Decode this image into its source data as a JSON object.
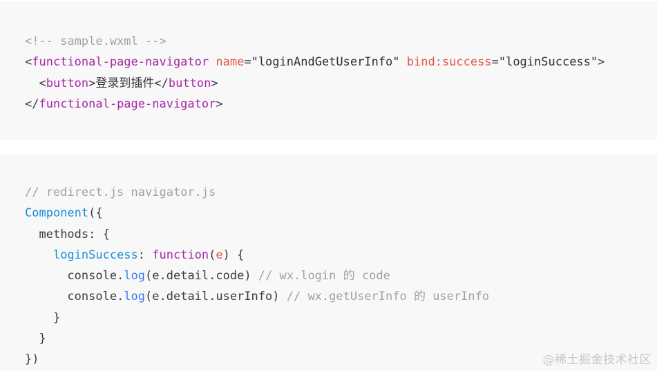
{
  "colors": {
    "block_background": "#f8f8f8",
    "comment": "#a0a1a7",
    "tag": "#a626a4",
    "attribute": "#e45649",
    "string": "#2a2f35",
    "function_name": "#1a8ddb",
    "builtin": "#4078f2",
    "keyword": "#a626a4"
  },
  "block1": {
    "comment": "<!-- sample.wxml -->",
    "line2": {
      "open_lt": "<",
      "tag": "functional-page-navigator",
      "attr1_name": "name",
      "attr1_eq": "=",
      "attr1_value": "\"loginAndGetUserInfo\"",
      "attr2_name": "bind:success",
      "attr2_eq": "=",
      "attr2_value": "\"loginSuccess\"",
      "close_gt": ">"
    },
    "line3": {
      "indent": "  ",
      "open_lt": "<",
      "tag_open": "button",
      "gt": ">",
      "text": "登录到插件",
      "close_lt": "</",
      "tag_close": "button",
      "close_gt": ">"
    },
    "line4": {
      "open": "</",
      "tag": "functional-page-navigator",
      "close": ">"
    }
  },
  "block2": {
    "comment": "// redirect.js navigator.js",
    "line2": {
      "name": "Component",
      "rest": "({"
    },
    "line3": {
      "indent": "  ",
      "text": "methods: {"
    },
    "line4": {
      "indent": "    ",
      "name": "loginSuccess",
      "colon": ": ",
      "keyword": "function",
      "open": "(",
      "param": "e",
      "close": ") {"
    },
    "line5": {
      "indent": "      ",
      "obj": "console.",
      "method": "log",
      "args": "(e.detail.code) ",
      "comment": "// wx.login 的 code"
    },
    "line6": {
      "indent": "      ",
      "obj": "console.",
      "method": "log",
      "args": "(e.detail.userInfo) ",
      "comment": "// wx.getUserInfo 的 userInfo"
    },
    "line7": {
      "indent": "    ",
      "text": "}"
    },
    "line8": {
      "indent": "  ",
      "text": "}"
    },
    "line9": {
      "text": "})"
    }
  },
  "watermark": "@稀土掘金技术社区"
}
